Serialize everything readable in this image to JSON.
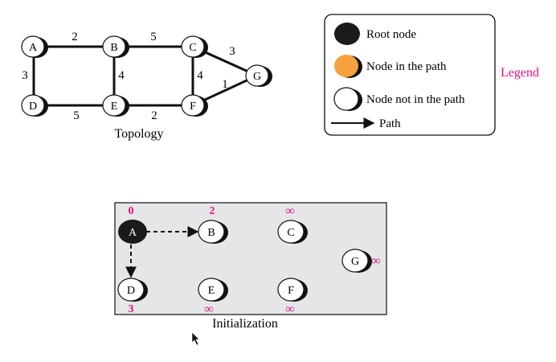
{
  "topology": {
    "caption": "Topology",
    "nodes": [
      "A",
      "B",
      "C",
      "D",
      "E",
      "F",
      "G"
    ],
    "edges": [
      {
        "from": "A",
        "to": "B",
        "weight": "2"
      },
      {
        "from": "B",
        "to": "C",
        "weight": "5"
      },
      {
        "from": "C",
        "to": "G",
        "weight": "3"
      },
      {
        "from": "A",
        "to": "D",
        "weight": "3"
      },
      {
        "from": "B",
        "to": "E",
        "weight": "4"
      },
      {
        "from": "C",
        "to": "F",
        "weight": "4"
      },
      {
        "from": "F",
        "to": "G",
        "weight": "1"
      },
      {
        "from": "D",
        "to": "E",
        "weight": "5"
      },
      {
        "from": "E",
        "to": "F",
        "weight": "2"
      }
    ]
  },
  "legend": {
    "title": "Legend",
    "root_node": "Root node",
    "node_in_path": "Node in the path",
    "node_not_in_path": "Node not in the path",
    "path": "Path"
  },
  "initialization": {
    "caption": "Initialization",
    "nodes": [
      {
        "id": "A",
        "distance": "0",
        "state": "root"
      },
      {
        "id": "B",
        "distance": "2",
        "state": "not-in-path"
      },
      {
        "id": "C",
        "distance": "∞",
        "state": "not-in-path"
      },
      {
        "id": "D",
        "distance": "3",
        "state": "not-in-path"
      },
      {
        "id": "E",
        "distance": "∞",
        "state": "not-in-path"
      },
      {
        "id": "F",
        "distance": "∞",
        "state": "not-in-path"
      },
      {
        "id": "G",
        "distance": "∞",
        "state": "not-in-path"
      }
    ],
    "paths": [
      {
        "from": "A",
        "to": "B"
      },
      {
        "from": "A",
        "to": "D"
      }
    ]
  },
  "colors": {
    "accent": "#e0117f",
    "root": "#1a1a1a",
    "in_path": "#f7a23e",
    "panel_bg": "#e6e6e8"
  }
}
